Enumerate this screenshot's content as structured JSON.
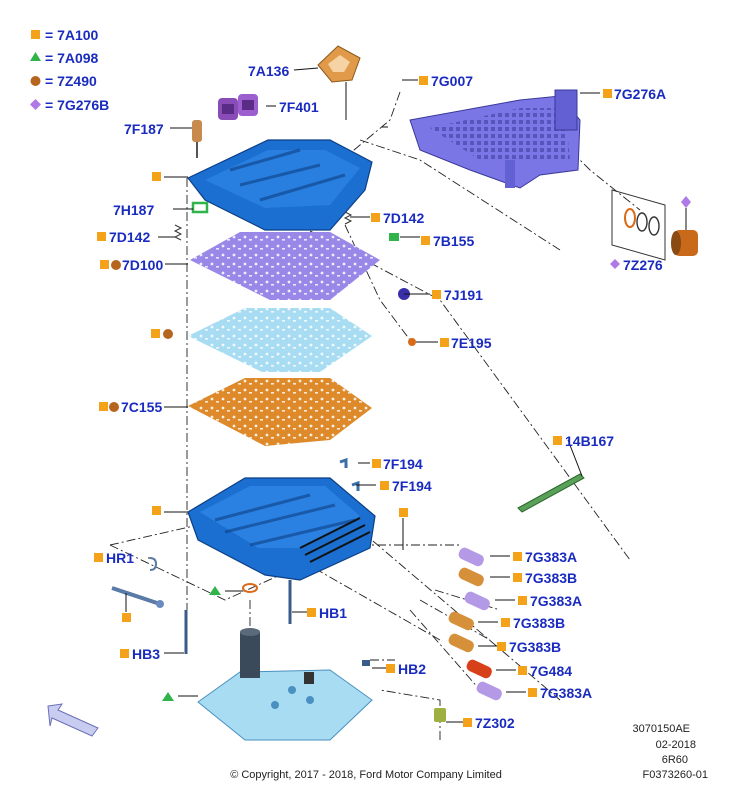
{
  "colors": {
    "label": "#1a2bbf",
    "square": "#f4a21a",
    "triangle": "#2fb34a",
    "circle": "#b5651d",
    "diamond": "#b07ae6",
    "blue_plate": "#1b6fd1",
    "purple_plate": "#9a88e8",
    "cyan_plate": "#a8dcf2",
    "orange_plate": "#de8a2a"
  },
  "legend": [
    {
      "icon": "square",
      "text": "= 7A100"
    },
    {
      "icon": "triangle",
      "text": "= 7A098"
    },
    {
      "icon": "circle",
      "text": "= 7Z490"
    },
    {
      "icon": "diamond",
      "text": "= 7G276B"
    }
  ],
  "labels": {
    "l_7A136": "7A136",
    "l_7G007": "7G007",
    "l_7G276A": "7G276A",
    "l_7F401": "7F401",
    "l_7F187": "7F187",
    "l_7H187": "7H187",
    "l_7D142_r": "7D142",
    "l_7D142_l": "7D142",
    "l_7B155": "7B155",
    "l_7Z276": "7Z276",
    "l_7D100": "7D100",
    "l_7J191": "7J191",
    "l_7E195": "7E195",
    "l_7C155": "7C155",
    "l_14B167": "14B167",
    "l_7F194_a": "7F194",
    "l_7F194_b": "7F194",
    "l_HR1": "HR1",
    "l_7G383A_1": "7G383A",
    "l_7G383B_1": "7G383B",
    "l_7G383A_2": "7G383A",
    "l_HB1": "HB1",
    "l_7G383B_2": "7G383B",
    "l_7G383B_3": "7G383B",
    "l_HB3": "HB3",
    "l_7G484": "7G484",
    "l_HB2": "HB2",
    "l_7G383A_3": "7G383A",
    "l_7Z302": "7Z302"
  },
  "meta": {
    "code": "3070150AE",
    "date": "02-2018",
    "model": "6R60",
    "figure": "F0373260-01",
    "copyright": "© Copyright, 2017 - 2018, Ford Motor Company Limited"
  }
}
